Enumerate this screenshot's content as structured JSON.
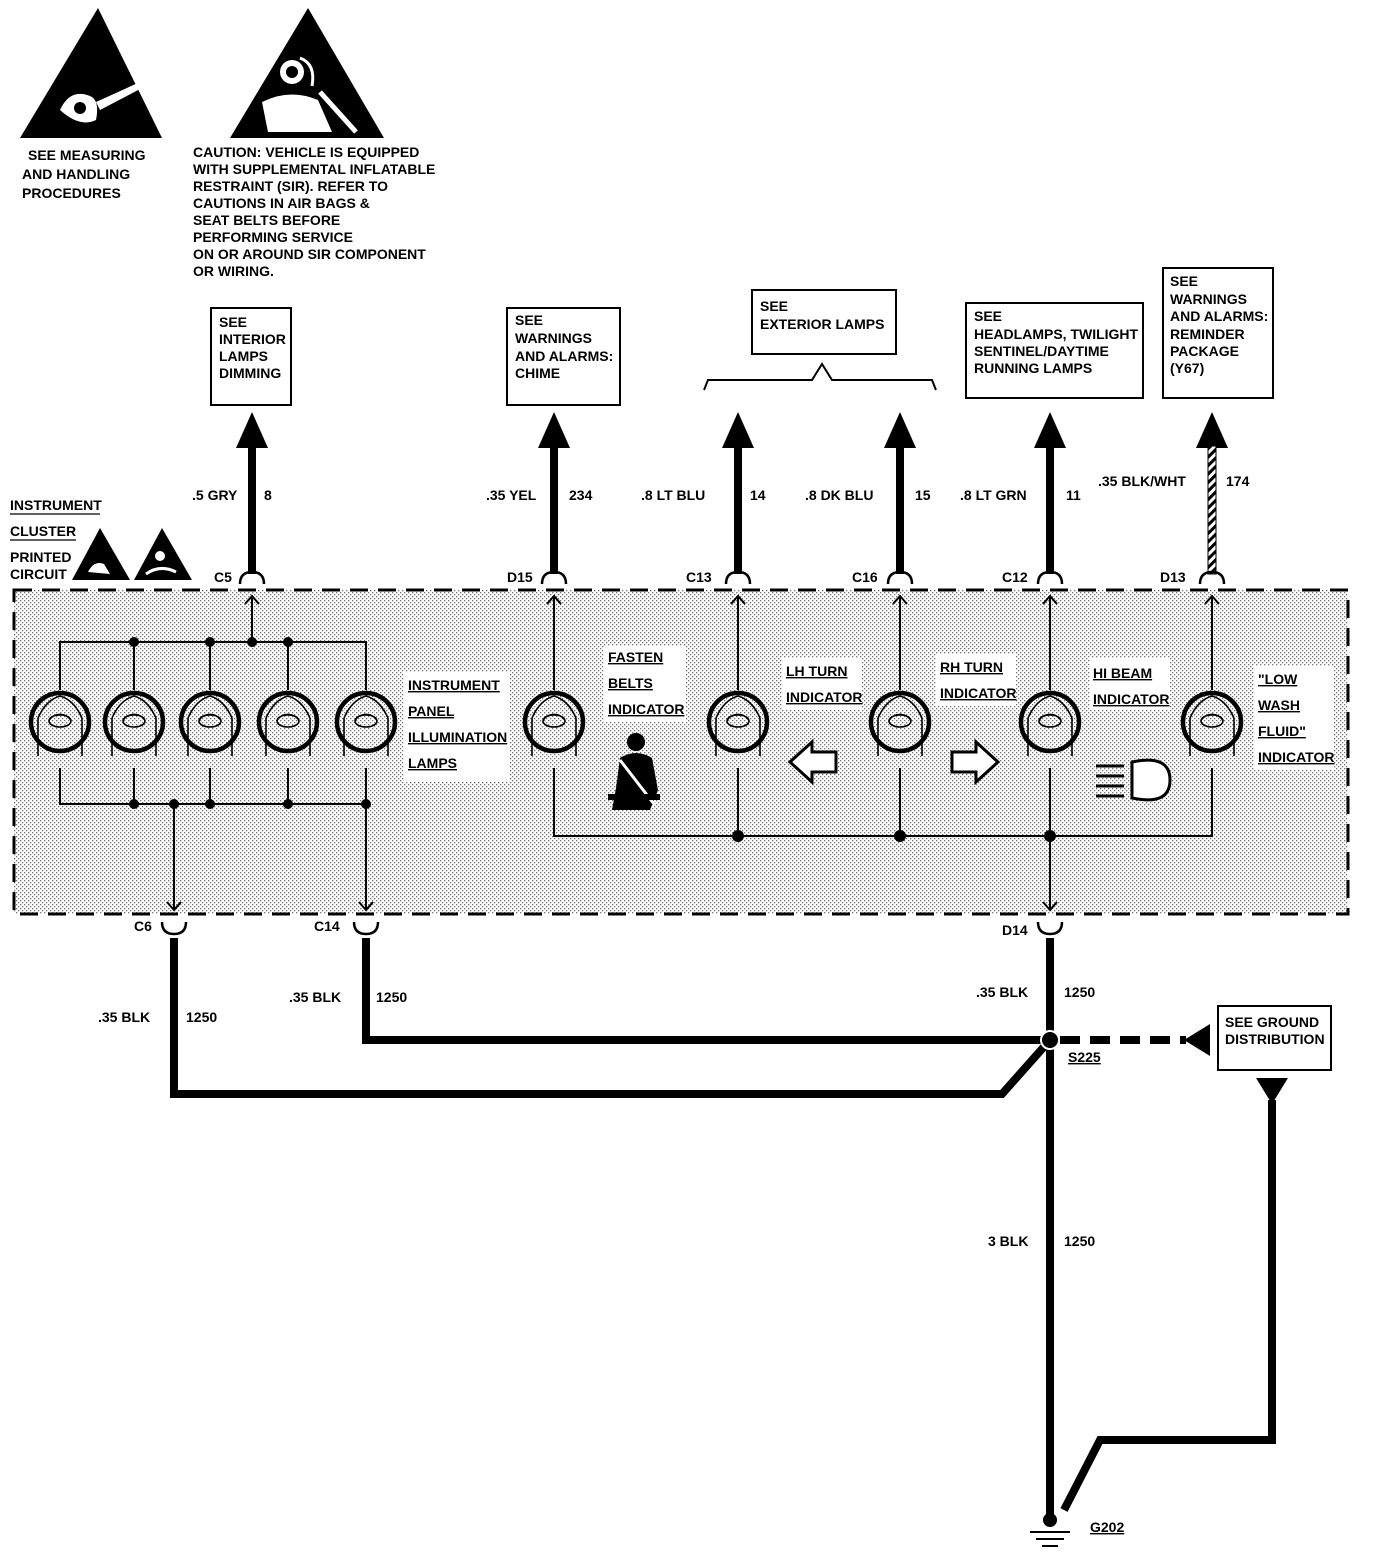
{
  "warnings": {
    "esd_text": [
      "SEE MEASURING",
      "AND HANDLING",
      "PROCEDURES"
    ],
    "sir_text": [
      "CAUTION: VEHICLE IS EQUIPPED",
      "WITH SUPPLEMENTAL INFLATABLE",
      "RESTRAINT (SIR). REFER TO",
      "CAUTIONS IN AIR BAGS &",
      "SEAT BELTS BEFORE",
      "PERFORMING SERVICE",
      "ON OR AROUND SIR COMPONENT",
      "OR WIRING."
    ]
  },
  "reference_boxes": {
    "interior_dimming": [
      "SEE",
      "INTERIOR",
      "LAMPS",
      "DIMMING"
    ],
    "chime": [
      "SEE",
      "WARNINGS",
      "AND ALARMS:",
      "CHIME"
    ],
    "exterior": [
      "SEE",
      "EXTERIOR LAMPS"
    ],
    "headlamps": [
      "SEE",
      "HEADLAMPS, TWILIGHT",
      "SENTINEL/DAYTIME",
      "RUNNING LAMPS"
    ],
    "reminder": [
      "SEE",
      "WARNINGS",
      "AND ALARMS:",
      "REMINDER",
      "PACKAGE",
      "(Y67)"
    ],
    "ground": [
      "SEE GROUND",
      "DISTRIBUTION"
    ]
  },
  "cluster_label": [
    "INSTRUMENT",
    "CLUSTER",
    "PRINTED",
    "CIRCUIT"
  ],
  "wires_top": {
    "c5": {
      "connector": "C5",
      "gauge": ".5 GRY",
      "circuit": "8"
    },
    "d15": {
      "connector": "D15",
      "gauge": ".35 YEL",
      "circuit": "234"
    },
    "c13": {
      "connector": "C13",
      "gauge": ".8 LT BLU",
      "circuit": "14"
    },
    "c16": {
      "connector": "C16",
      "gauge": ".8 DK BLU",
      "circuit": "15"
    },
    "c12": {
      "connector": "C12",
      "gauge": ".8 LT GRN",
      "circuit": "11"
    },
    "d13": {
      "connector": "D13",
      "gauge": ".35 BLK/WHT",
      "circuit": "174"
    }
  },
  "indicators": {
    "panel": [
      "INSTRUMENT",
      "PANEL",
      "ILLUMINATION",
      "LAMPS"
    ],
    "belts": [
      "FASTEN",
      "BELTS",
      "INDICATOR"
    ],
    "lh": [
      "LH TURN",
      "INDICATOR"
    ],
    "rh": [
      "RH TURN",
      "INDICATOR"
    ],
    "hibeam": [
      "HI BEAM",
      "INDICATOR"
    ],
    "wash": [
      "\"LOW",
      "WASH",
      "FLUID\"",
      "INDICATOR"
    ]
  },
  "wires_bottom": {
    "c6": {
      "connector": "C6",
      "gauge": ".35 BLK",
      "circuit": "1250"
    },
    "c14": {
      "connector": "C14",
      "gauge": ".35 BLK",
      "circuit": "1250"
    },
    "d14": {
      "connector": "D14",
      "gauge": ".35 BLK",
      "circuit": "1250"
    },
    "main": {
      "gauge": "3 BLK",
      "circuit": "1250"
    }
  },
  "splice": "S225",
  "ground": "G202"
}
